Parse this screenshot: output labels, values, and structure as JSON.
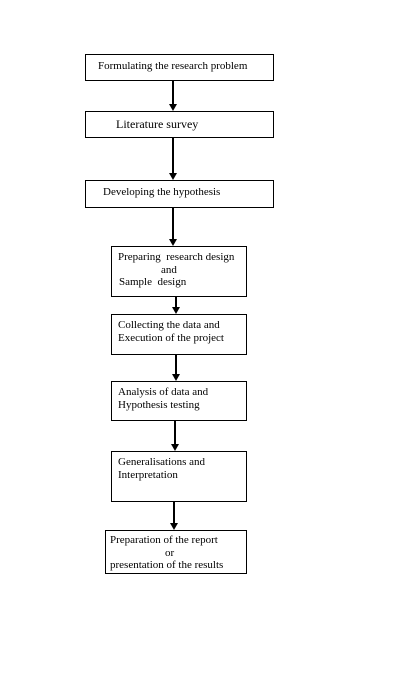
{
  "flowchart": {
    "steps": [
      {
        "lines": [
          "Formulating the research problem"
        ]
      },
      {
        "lines": [
          "Literature survey"
        ]
      },
      {
        "lines": [
          "Developing the hypothesis"
        ]
      },
      {
        "lines": [
          "Preparing  research design",
          "and",
          "Sample  design"
        ]
      },
      {
        "lines": [
          "Collecting the data and",
          "Execution of the project"
        ]
      },
      {
        "lines": [
          "Analysis of data and",
          "Hypothesis testing"
        ]
      },
      {
        "lines": [
          "Generalisations and",
          "Interpretation"
        ]
      },
      {
        "lines": [
          "Preparation of the report",
          "or",
          "presentation of the results"
        ]
      }
    ]
  }
}
